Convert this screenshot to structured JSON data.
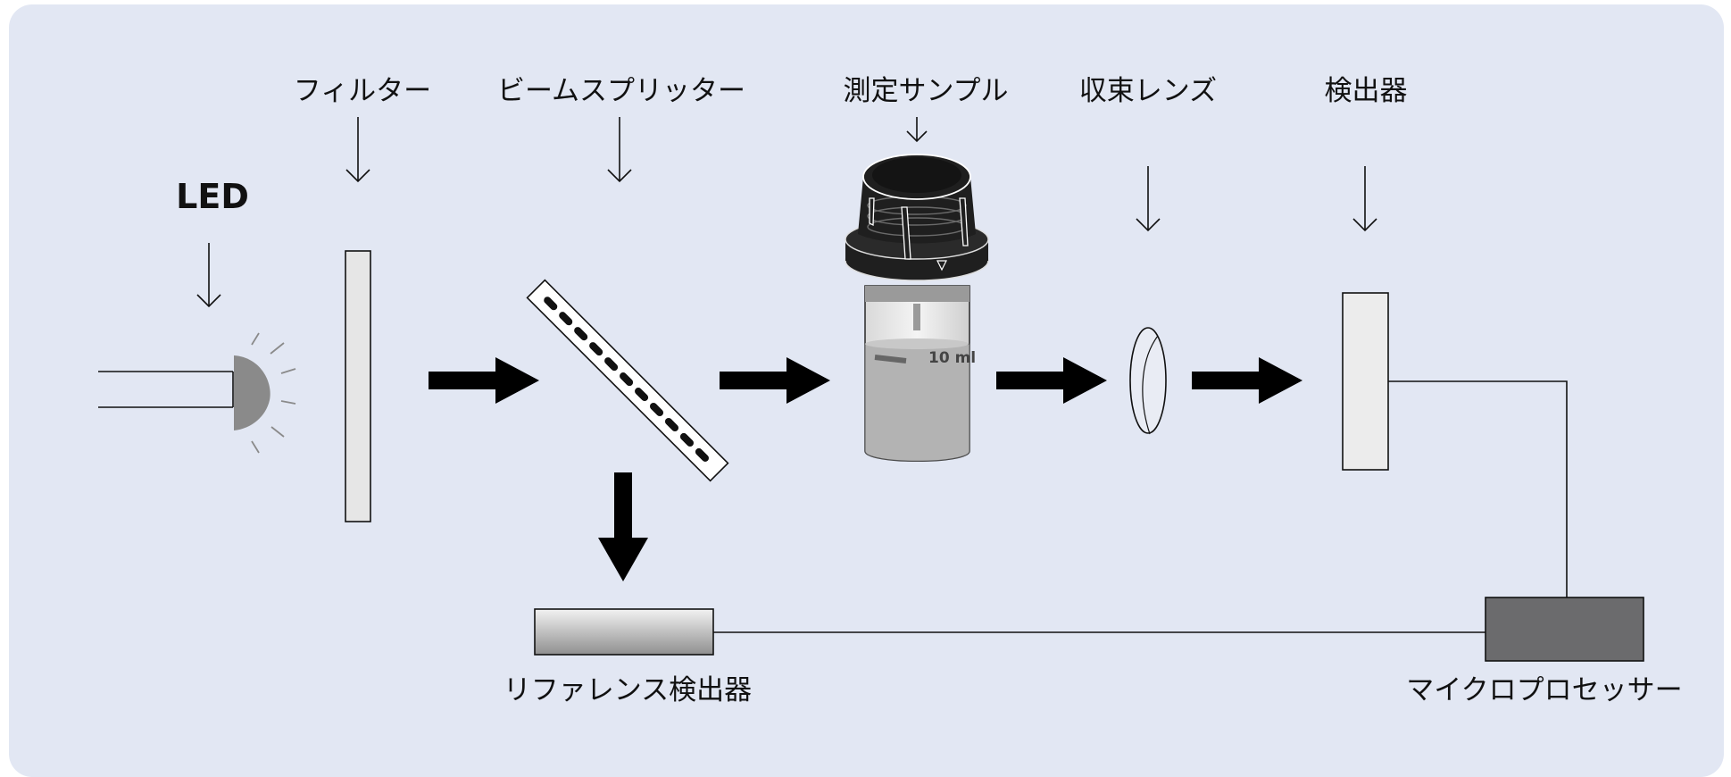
{
  "labels": {
    "led": "LED",
    "filter": "フィルター",
    "beam_splitter": "ビームスプリッター",
    "sample": "測定サンプル",
    "lens": "収束レンズ",
    "detector": "検出器",
    "reference_detector": "リファレンス検出器",
    "microprocessor": "マイクロプロセッサー",
    "vial_volume": "10 ml"
  },
  "colors": {
    "panel": "#e2e7f3",
    "arrow": "#000000",
    "filter": "#e6e6e6",
    "detector": "#ececec",
    "processor": "#6b6b6d",
    "led_lamp": "#8a8a8a",
    "liquid": "#b3b3b3",
    "cap": "#1f1f1f"
  }
}
